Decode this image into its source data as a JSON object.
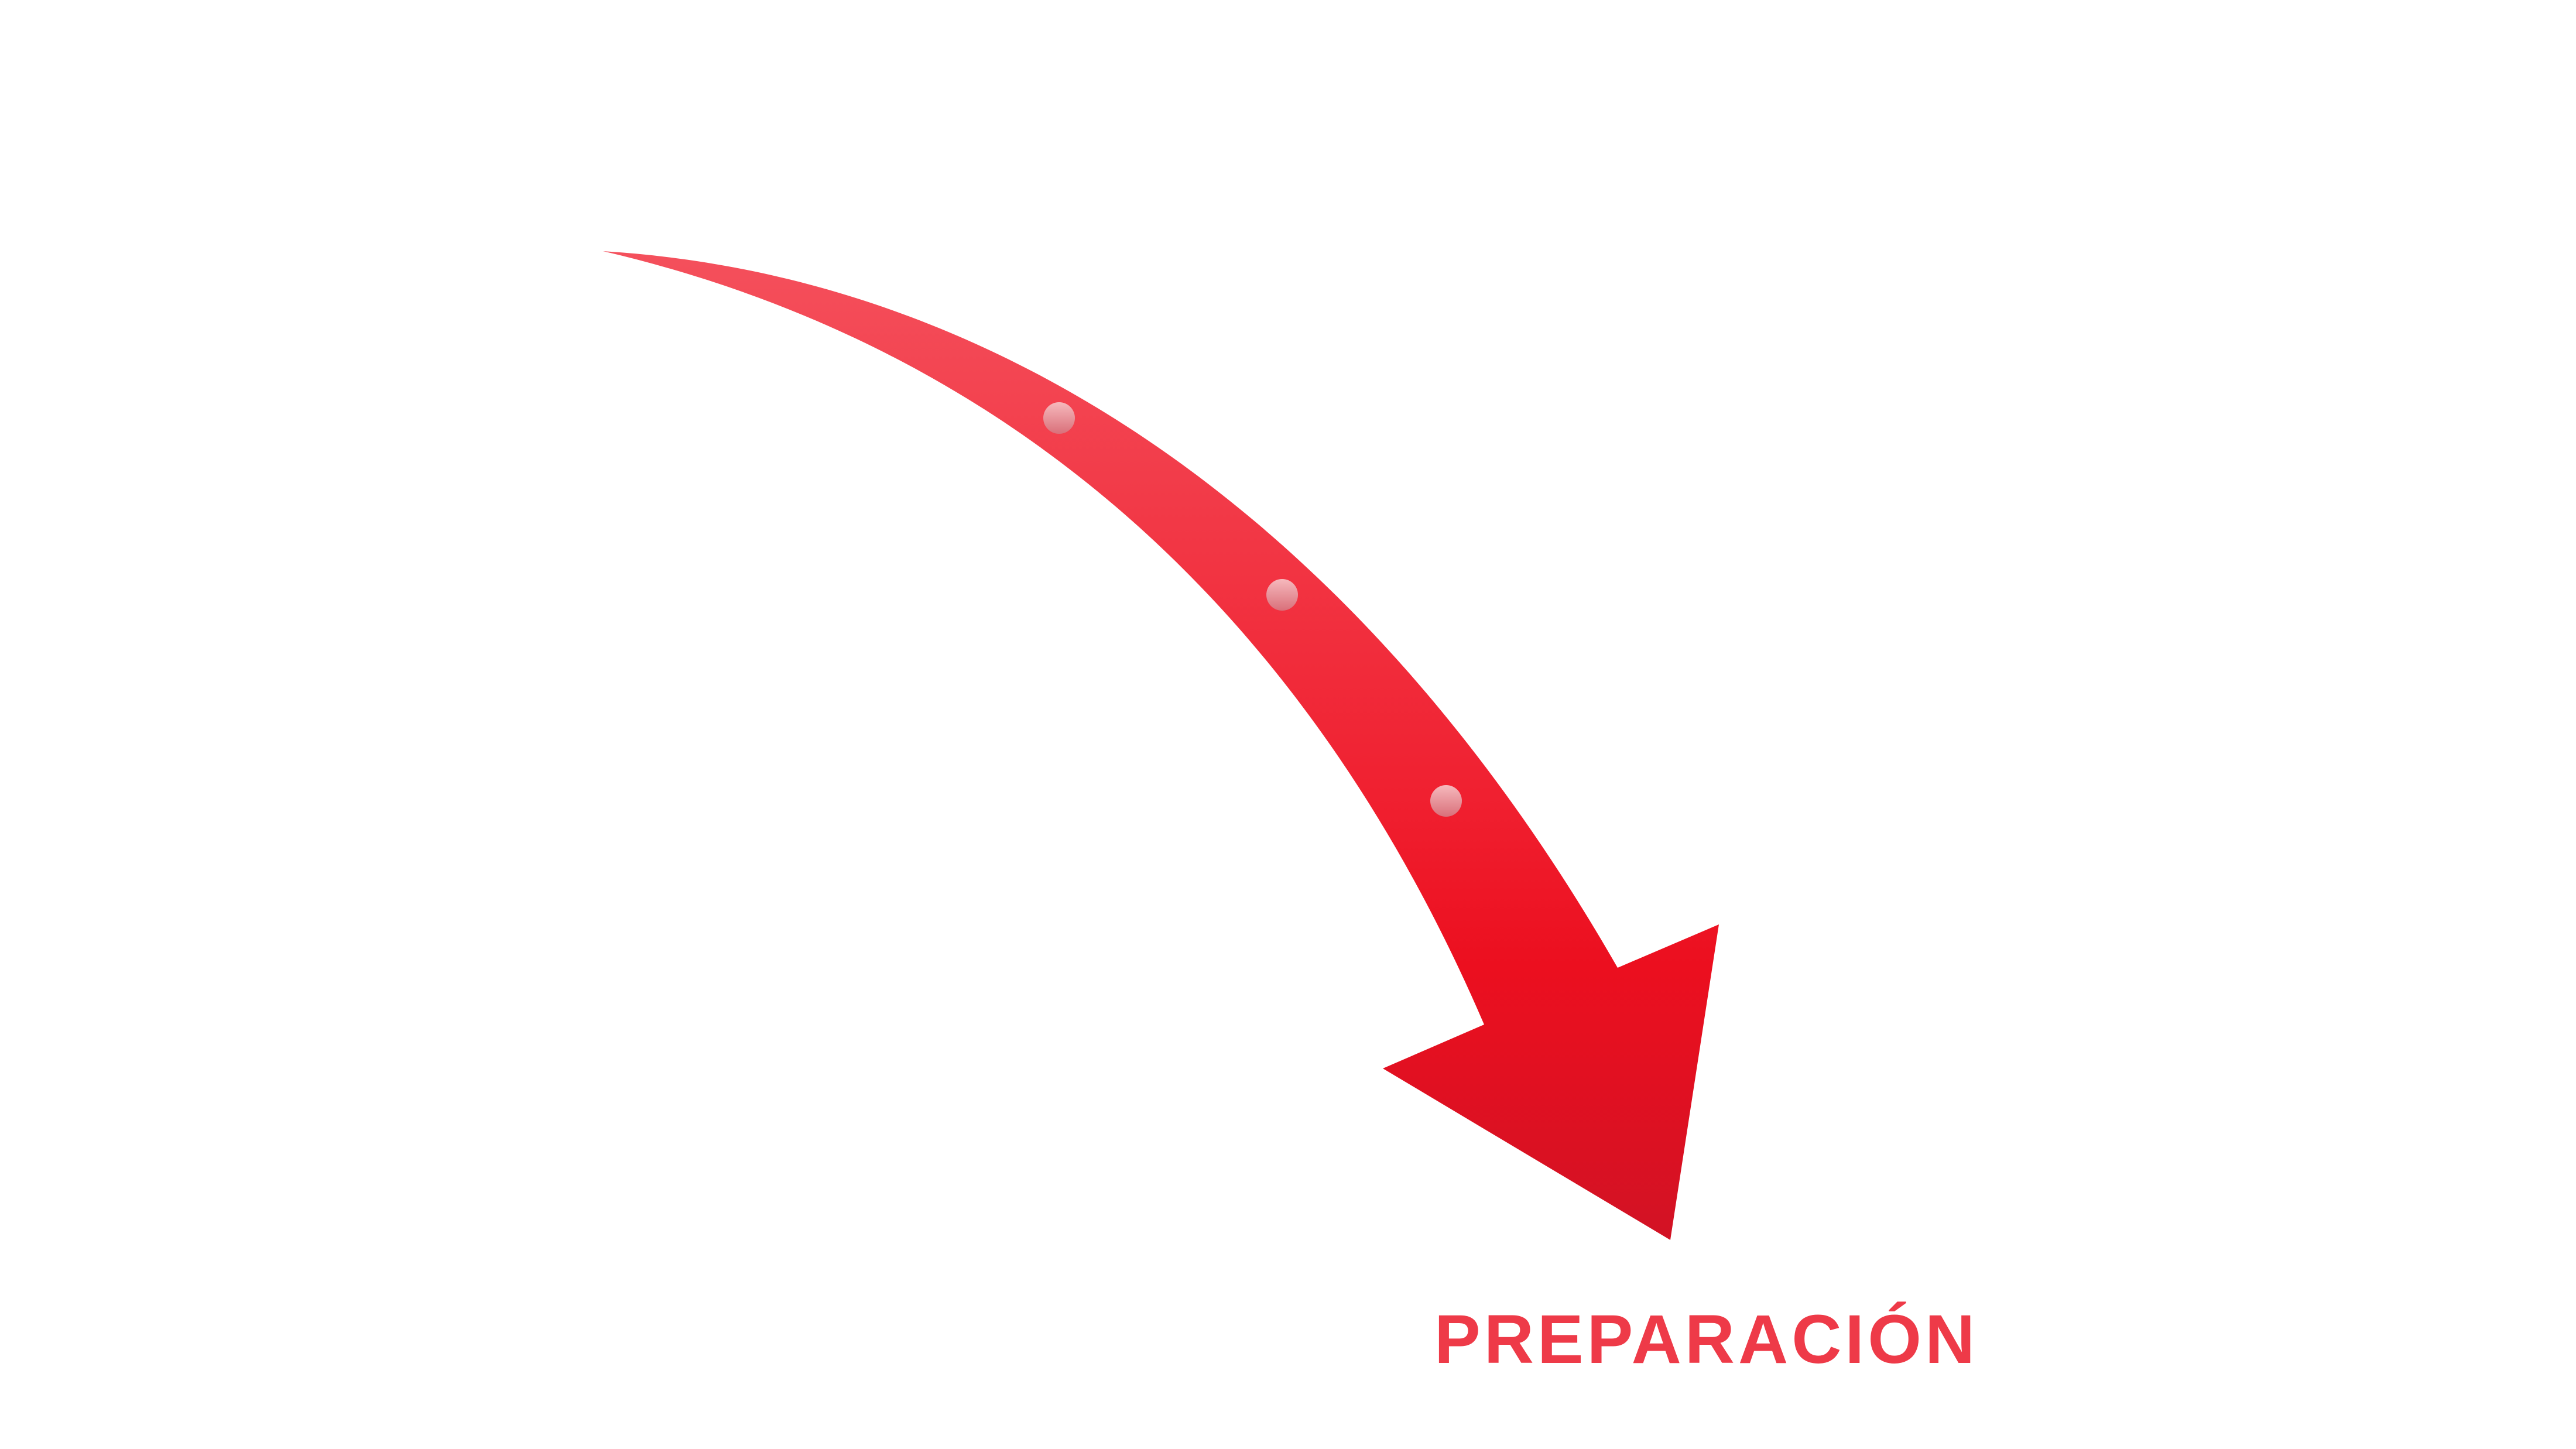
{
  "diagram": {
    "label": "PREPARACIÓN",
    "label_color": "#ee3a48",
    "arrow": {
      "direction": "curved-down-right",
      "gradient_top": "#f4505c",
      "gradient_mid": "#ee1422",
      "gradient_bottom": "#d21224",
      "dots": 3
    }
  }
}
